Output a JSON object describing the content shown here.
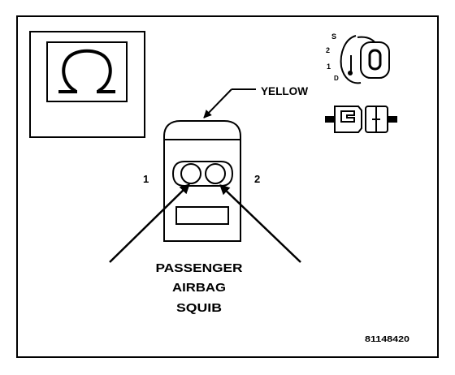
{
  "callouts": {
    "wire_color": "YELLOW",
    "pin_1": "1",
    "pin_2": "2"
  },
  "component_label": {
    "line1": "PASSENGER",
    "line2": "AIRBAG",
    "line3": "SQUIB"
  },
  "ignition_positions": {
    "s": "S",
    "two": "2",
    "one": "1",
    "d": "D"
  },
  "figure_id": "81148420",
  "icons": {
    "meter": "ohmmeter-icon",
    "ignition": "ignition-key-icon",
    "connector": "disconnected-connector-icon"
  },
  "colors": {
    "line": "#000000",
    "background": "#ffffff"
  }
}
